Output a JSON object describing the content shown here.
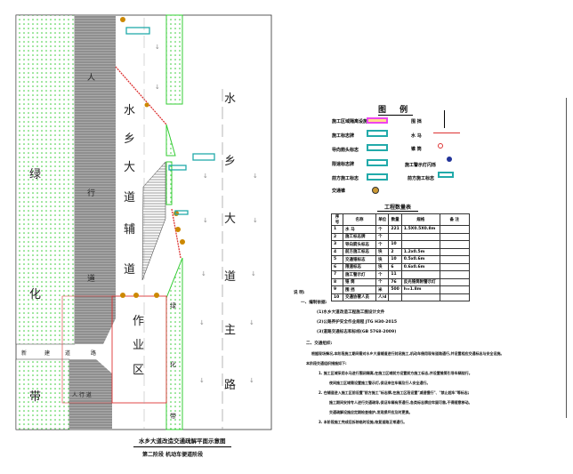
{
  "map": {
    "green_belt": [
      "绿",
      "化",
      "带"
    ],
    "sidewalk": [
      "人",
      "行",
      "道"
    ],
    "aux_road": [
      "水",
      "乡",
      "大",
      "道",
      "辅",
      "道"
    ],
    "work_zone": [
      "作",
      "业",
      "区"
    ],
    "main_road": [
      "水",
      "乡",
      "大",
      "道",
      "主",
      "路"
    ],
    "median": [
      "绿",
      "化",
      "带"
    ],
    "new_road": [
      "新",
      "建",
      "道",
      "路"
    ],
    "bottom_sidewalk": "人 行 道"
  },
  "legend": {
    "title": "图 例",
    "left": [
      "施工区域隔离设施",
      "施工标志牌",
      "导向箭头标志",
      "限速标志牌",
      "前方施工标志",
      "交通锥"
    ],
    "right": [
      "围 挡",
      "水 马",
      "锥 筒",
      "施工警示灯闪烁",
      "前方施工标志"
    ]
  },
  "quantities": {
    "title": "工程数量表",
    "headers": [
      "序号",
      "名称",
      "单位",
      "数量",
      "规格",
      "备 注"
    ],
    "rows": [
      [
        "1",
        "水 马",
        "个",
        "221",
        "1.5X0.5X0.8m",
        ""
      ],
      [
        "2",
        "施工标志牌",
        "个",
        "",
        "",
        ""
      ],
      [
        "3",
        "导向箭头标志",
        "个",
        "10",
        "",
        ""
      ],
      [
        "4",
        "前方施工标志",
        "块",
        "2",
        "1.2x0.5m",
        ""
      ],
      [
        "5",
        "交通锥标志",
        "块",
        "10",
        "0.5x0.6m",
        ""
      ],
      [
        "6",
        "限速标志",
        "块",
        "6",
        "0.6x0.6m",
        ""
      ],
      [
        "7",
        "施工警示灯",
        "个",
        "11",
        "",
        ""
      ],
      [
        "8",
        "锥 筒",
        "个",
        "76",
        "反光锥筒附警示灯",
        ""
      ],
      [
        "9",
        "围 挡",
        "米",
        "500",
        "h=1.8m",
        ""
      ],
      [
        "10",
        "交通协管人员",
        "人/d",
        "",
        "",
        ""
      ]
    ]
  },
  "notes": {
    "heading": "说 明:",
    "s1": "一、编制依据:",
    "s1_items": [
      "(1)水乡大道改造工程施工图设计文件",
      "(2)公路养护安全作业规程 JTG H30-2015",
      "(3)道路交通标志和标线(GB 5768-2009)"
    ],
    "s2": "二、交通组织:",
    "p1": "根据现场情况,本阶段施工期间需对水乡大道辅道进行封闭施工,机动车借用现有道路通行,并设置相应交通标志与安全设施。",
    "p2": "本阶段交通组织措施如下:",
    "i1": "1.  施工区域采用水马进行围闭隔离,在施工区域前方设置前方施工标志,并设置锥筒引导车辆绕行。",
    "i1b": "夜间施工区域需设置施工警示灯,保证来往车辆及行人安全通行。",
    "i2": "2.  在辅道进入施工区前设置\"前方施工\"标志牌,在施工区段设置\"减速慢行\"、\"禁止超车\"等标志;",
    "i2b": "施工期间安排专人进行交通疏导,保证车辆有序通行,各类标志牌应牢固可靠,不得随意移动。",
    "i2c": "交通疏解设施应定期检查维护,发现损坏应及时更换。",
    "i3": "3.  本阶段施工完成后拆除临时设施,恢复道路正常通行。"
  },
  "title": {
    "main": "水乡大道改造交通疏解平面示意图",
    "sub": "第二阶段  机动车便道阶段"
  }
}
